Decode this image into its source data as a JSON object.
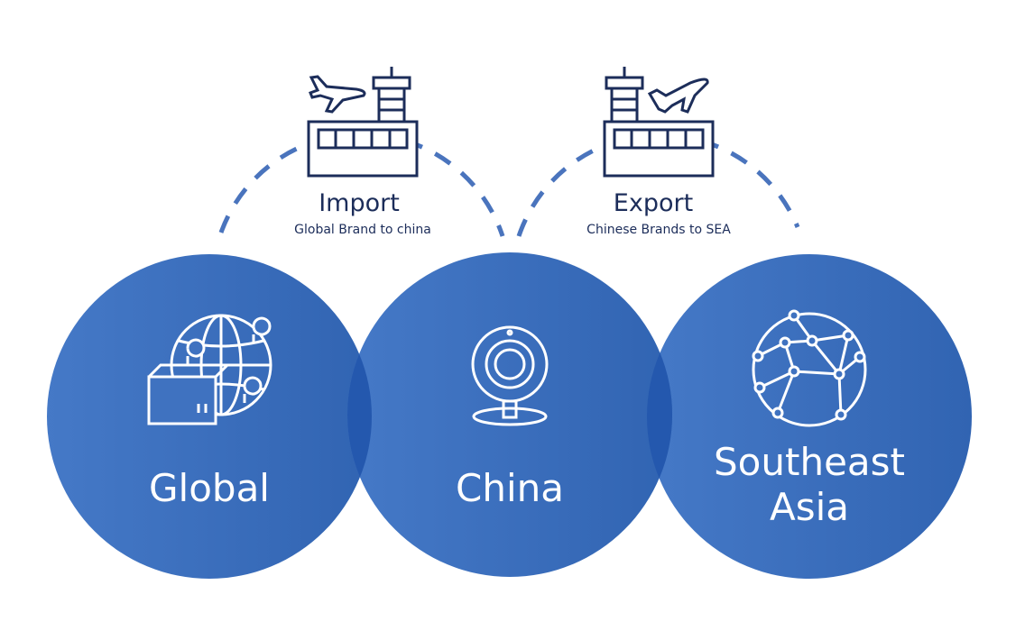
{
  "flows": [
    {
      "title": "Import",
      "subtitle": "Global Brand to china"
    },
    {
      "title": "Export",
      "subtitle": "Chinese Brands to SEA"
    }
  ],
  "regions": [
    {
      "label": "Global",
      "icon": "globe-box-icon"
    },
    {
      "label": "China",
      "icon": "webcam-icon"
    },
    {
      "label_line1": "Southeast",
      "label_line2": "Asia",
      "icon": "network-globe-icon"
    }
  ],
  "colors": {
    "circle_light": "#4377c5",
    "circle_dark": "#3365b3",
    "overlap": "#2458ae",
    "icon_navy": "#1c2d5a",
    "dash": "#4a74bd"
  }
}
